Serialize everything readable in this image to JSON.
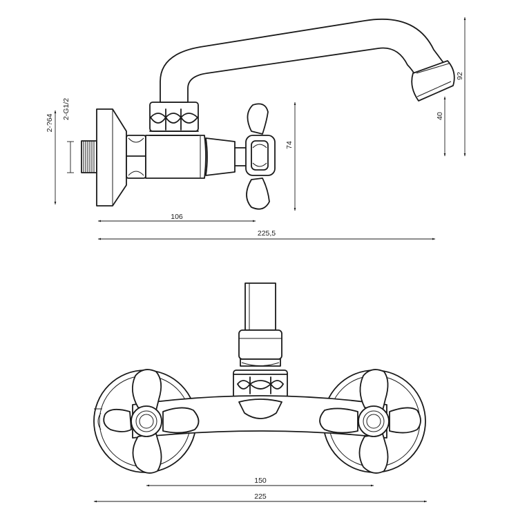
{
  "side_view": {
    "dimensions": {
      "flange_diameter": "2-?64",
      "thread": "2-G1/2",
      "handle_height": "74",
      "spout_clearance": "40",
      "spout_height": "92",
      "inlet_to_handle": "106",
      "total_projection": "225,5"
    }
  },
  "front_view": {
    "dimensions": {
      "center_distance": "150",
      "overall_width": "225"
    }
  },
  "colors": {
    "line": "#1a1a1a",
    "background": "#ffffff"
  }
}
